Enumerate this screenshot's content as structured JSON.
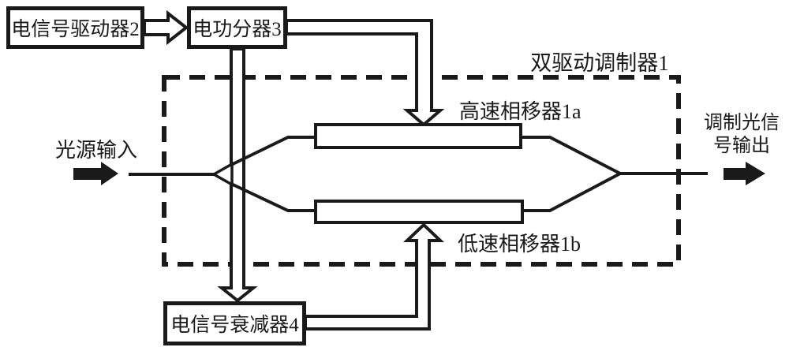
{
  "figure": {
    "background": "#ffffff",
    "line_color": "#1a1a1a",
    "blocks": {
      "driver": "电信号驱动器2",
      "power_splitter": "电功分器3",
      "attenuator": "电信号衰减器4"
    },
    "modulator": {
      "title": "双驱动调制器1",
      "high_speed_phase_shifter": "高速相移器1a",
      "low_speed_phase_shifter": "低速相移器1b"
    },
    "ports": {
      "input": "光源输入",
      "output_line1": "调制光信",
      "output_line2": "号输出"
    }
  }
}
